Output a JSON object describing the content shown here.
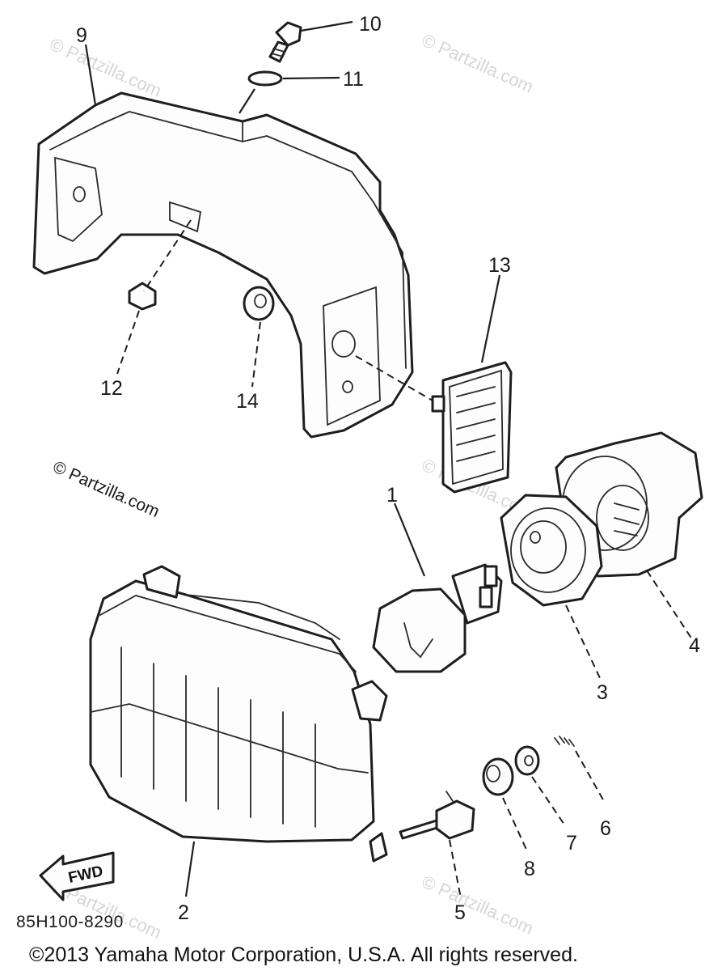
{
  "watermarks": {
    "top_left": "© Partzilla.com",
    "top_right": "© Partzilla.com",
    "middle_left": "© Partzilla.com",
    "middle_right": "© Partzilla.com",
    "bottom_left": "© Partzilla.com",
    "bottom_right": "© Partzilla.com"
  },
  "callouts": {
    "c1": "1",
    "c2": "2",
    "c3": "3",
    "c4": "4",
    "c5": "5",
    "c6": "6",
    "c7": "7",
    "c8": "8",
    "c9": "9",
    "c10": "10",
    "c11": "11",
    "c12": "12",
    "c13": "13",
    "c14": "14"
  },
  "fwd_label": "FWD",
  "diagram_code": "85H100-8290",
  "copyright": "©2013  Yamaha Motor Corporation, U.S.A. All rights reserved."
}
